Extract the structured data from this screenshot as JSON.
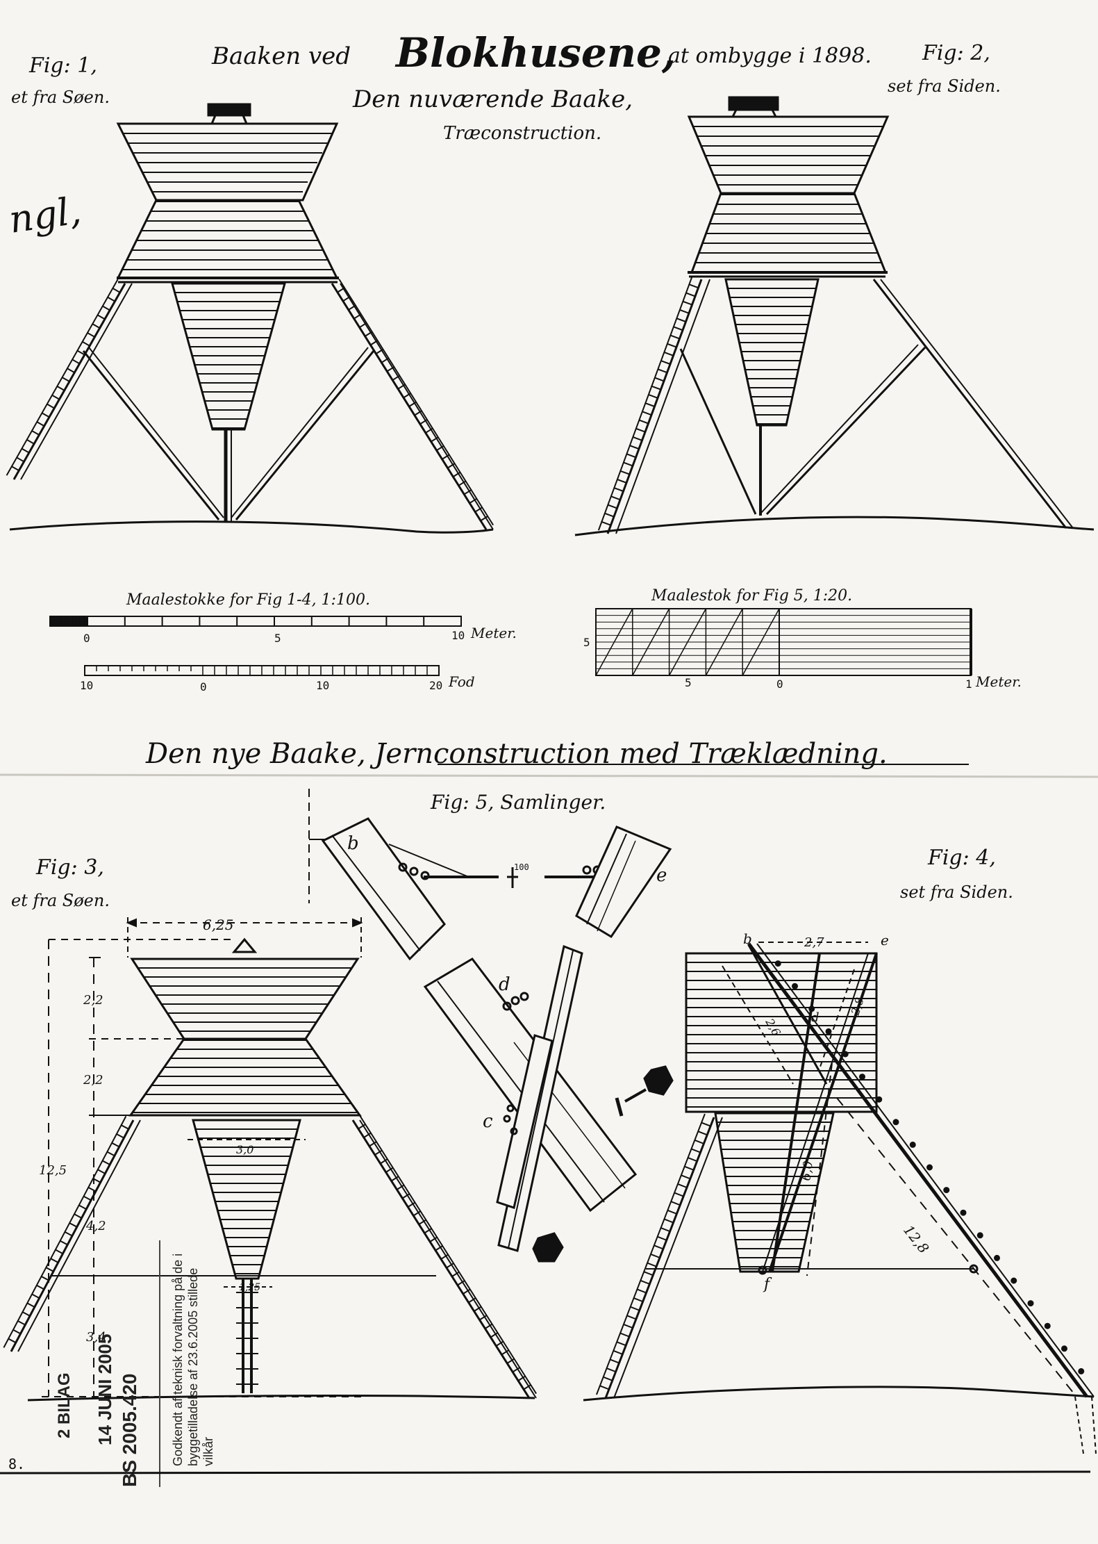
{
  "title": {
    "main_left": "Baaken ved",
    "main_big": "Blokhusene,",
    "main_right": "at ombygge i 1898.",
    "current": "Den nuværende Baake,",
    "current_sub": "Træconstruction.",
    "new": "Den nye Baake, Jernconstruction med Træklædning."
  },
  "figures": {
    "fig1": {
      "label": "Fig: 1,",
      "sub": "et fra Søen."
    },
    "fig2": {
      "label": "Fig: 2,",
      "sub": "set fra Siden."
    },
    "fig3": {
      "label": "Fig: 3,",
      "sub": "et fra Søen."
    },
    "fig4": {
      "label": "Fig: 4,",
      "sub": "set fra Siden."
    },
    "fig5": {
      "label": "Fig: 5, Samlinger."
    }
  },
  "margin_note": "ngl,",
  "scales": {
    "left": {
      "title": "Maalestokke for Fig 1-4, 1:100.",
      "meter": {
        "ticks": [
          "0",
          "5",
          "10"
        ],
        "unit": "Meter."
      },
      "fod": {
        "ticks": [
          "10",
          "0",
          "10",
          "20"
        ],
        "unit": "Fod"
      }
    },
    "right": {
      "title": "Maalestok for Fig 5, 1:20.",
      "side_label": "5",
      "ticks": [
        "5",
        "0",
        "1"
      ],
      "unit": "Meter."
    }
  },
  "dimensions": {
    "fig3": {
      "top_width": "6,25",
      "seg1": "2,2",
      "seg2": "2,2",
      "height": "12,5",
      "seg3": "4,2",
      "seg4": "3,4",
      "cone_width": "3,0",
      "base_width": "1,25"
    },
    "fig4": {
      "top_width": "2,7",
      "diag_a": "2,6",
      "diag_b": "2,8",
      "mid": "6,0",
      "long": "12,8"
    }
  },
  "detail_letters": {
    "b": "b",
    "c": "c",
    "d": "d",
    "e": "e",
    "f": "f"
  },
  "detail_note": "100",
  "stamp": {
    "line1": "Godkendt af teknisk forvaltning på de i",
    "line2": "byggetilladelse af 23.6.2005 stillede",
    "line3": "vilkår",
    "bs": "BS 2005.420",
    "date": "14 JUNI 2005",
    "bilag": "2 BILAG"
  },
  "corner_mark": "8.",
  "colors": {
    "ink": "#111111",
    "paper": "#f6f5f1",
    "stamp_blue": "#3a3ea8"
  }
}
